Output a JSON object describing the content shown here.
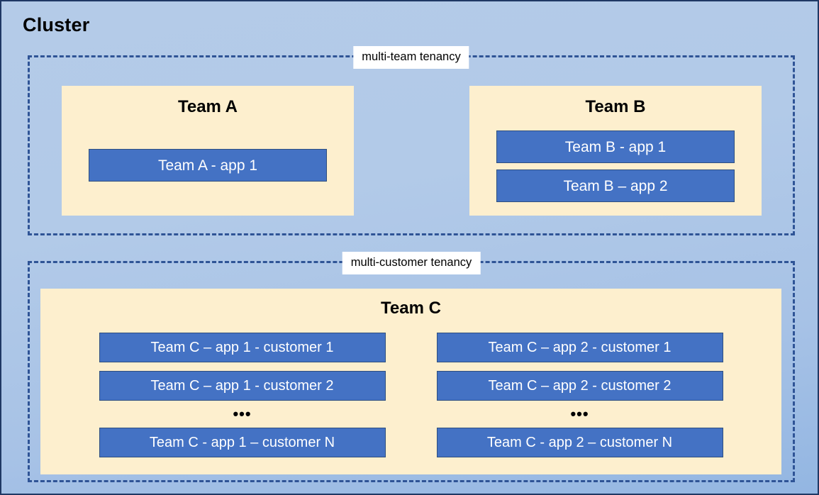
{
  "cluster": {
    "title": "Cluster"
  },
  "regions": {
    "multi_team": {
      "badge": "multi-team tenancy",
      "teams": [
        {
          "name": "Team A",
          "apps": [
            {
              "label": "Team A - app 1"
            }
          ]
        },
        {
          "name": "Team B",
          "apps": [
            {
              "label": "Team B - app 1"
            },
            {
              "label": "Team B – app 2"
            }
          ]
        }
      ]
    },
    "multi_customer": {
      "badge": "multi-customer tenancy",
      "team": {
        "name": "Team C",
        "columns": [
          {
            "app": "app 1",
            "items": [
              {
                "label": "Team C – app 1 - customer 1"
              },
              {
                "label": "Team C – app 1 - customer 2"
              }
            ],
            "ellipsis": "•••",
            "last": {
              "label": "Team C - app 1 – customer N"
            }
          },
          {
            "app": "app 2",
            "items": [
              {
                "label": "Team C – app 2 - customer 1"
              },
              {
                "label": "Team C – app 2 - customer 2"
              }
            ],
            "ellipsis": "•••",
            "last": {
              "label": "Team C - app 2 – customer N"
            }
          }
        ]
      }
    }
  },
  "colors": {
    "cluster_background_top": "#b4cbe8",
    "cluster_background_bottom": "#93b6e2",
    "cluster_border": "#1f3864",
    "tenancy_dash": "#2f5496",
    "team_box_fill": "#fdefce",
    "app_box_fill": "#4472c4",
    "app_box_border": "#2f4f7f",
    "app_box_text": "#ffffff",
    "badge_fill": "#ffffff",
    "title_text": "#000000"
  }
}
